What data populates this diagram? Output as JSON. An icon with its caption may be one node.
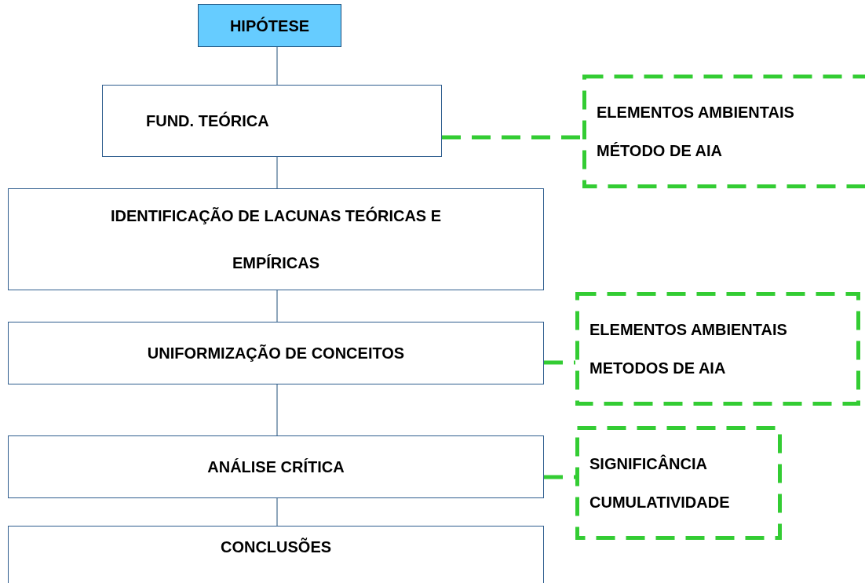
{
  "diagram": {
    "nodes": [
      {
        "text": [
          "HIPÓTESE"
        ]
      },
      {
        "text": [
          "FUND. TEÓRICA"
        ]
      },
      {
        "text": [
          "IDENTIFICAÇÃO DE LACUNAS TEÓRICAS E EMPÍRICAS"
        ]
      },
      {
        "text": [
          "UNIFORMIZAÇÃO DE CONCEITOS"
        ]
      },
      {
        "text": [
          "ANÁLISE CRÍTICA"
        ]
      },
      {
        "text": [
          "CONCLUSÕES"
        ]
      },
      {
        "text": [
          "ELEMENTOS AMBIENTAIS",
          "MÉTODO DE AIA"
        ]
      },
      {
        "text": [
          "ELEMENTOS AMBIENTAIS",
          "METODOS DE AIA"
        ]
      },
      {
        "text": [
          "SIGNIFICÂNCIA",
          "CUMULATIVIDADE"
        ]
      }
    ],
    "edges": [
      {
        "from": 0,
        "to": 1,
        "arrow": "none"
      },
      {
        "from": 1,
        "to": 2,
        "arrow": "none"
      },
      {
        "from": 2,
        "to": 3,
        "arrow": "none"
      },
      {
        "from": 3,
        "to": 4,
        "arrow": "none"
      },
      {
        "from": 4,
        "to": 5,
        "arrow": "none"
      },
      {
        "from": 1,
        "to": 6,
        "arrow": "none",
        "style": "dashed",
        "color": "#33cc33"
      },
      {
        "from": 3,
        "to": 7,
        "arrow": "none",
        "style": "dashed",
        "color": "#33cc33"
      },
      {
        "from": 4,
        "to": 8,
        "arrow": "none",
        "style": "dashed",
        "color": "#33cc33"
      }
    ]
  }
}
